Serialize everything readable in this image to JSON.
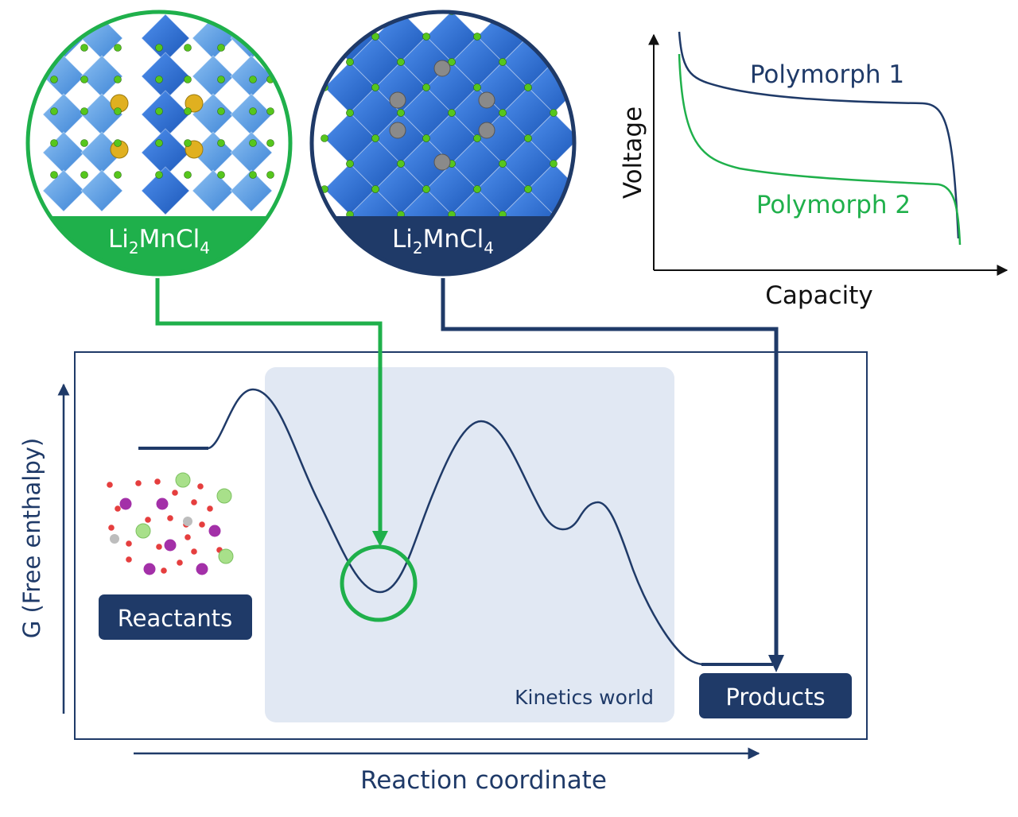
{
  "structures": {
    "left": {
      "formula": {
        "base1": "Li",
        "sub1": "2",
        "base2": "MnCl",
        "sub2": "4"
      }
    },
    "right": {
      "formula": {
        "base1": "Li",
        "sub1": "2",
        "base2": "MnCl",
        "sub2": "4"
      }
    }
  },
  "voltage_plot": {
    "xlabel": "Capacity",
    "ylabel": "Voltage",
    "series": [
      {
        "name": "Polymorph 1",
        "color": "#1f3a68"
      },
      {
        "name": "Polymorph 2",
        "color": "#1fb04b"
      }
    ]
  },
  "energy_diagram": {
    "ylabel": "G (Free enthalpy)",
    "xlabel": "Reaction coordinate",
    "region_label": "Kinetics world",
    "reactants_label": "Reactants",
    "products_label": "Products"
  },
  "colors": {
    "navy": "#1f3a68",
    "green": "#1fb04b",
    "region": "#e1e8f3",
    "octahedron": "#2f6fd6",
    "chlorine": "#56c61d",
    "lithium": "#e0b020"
  }
}
